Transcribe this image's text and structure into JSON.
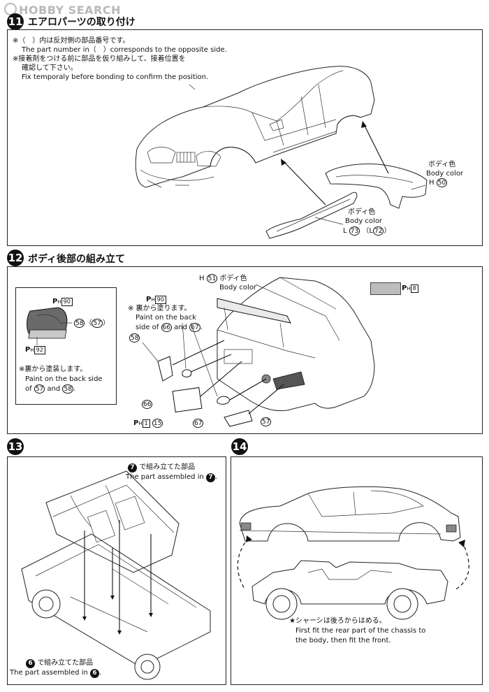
{
  "watermark": "HOBBY SEARCH",
  "step11": {
    "number": "11",
    "title": "エアロパーツの取り付け",
    "note1_jp": "※（　）内は反対側の部品番号です。",
    "note1_en": "The part number in（　）corresponds to the opposite side.",
    "note2_jp1": "※接着剤をつける前に部品を仮り組みして、接着位置を",
    "note2_jp2": "確認して下さい。",
    "note2_en": "Fix temporaly before bonding to confirm the position.",
    "spoiler_label_jp": "ボディ色",
    "spoiler_label_en": "Body color",
    "spoiler_part_prefix": "H",
    "spoiler_part": "50",
    "skirt_label_jp": "ボディ色",
    "skirt_label_en": "Body color",
    "skirt_part_prefix": "L",
    "skirt_part": "73",
    "skirt_part_alt_prefix": "L",
    "skirt_part_alt": "72"
  },
  "step12": {
    "number": "12",
    "title": "ボディ後部の組み立て",
    "wing_prefix": "H",
    "wing_part": "51",
    "wing_label_jp": "ボディ色",
    "wing_label_en": "Body color",
    "swatch_code": "8",
    "inset_code_top": "90",
    "inset_part": "58",
    "inset_part_alt": "57",
    "inset_code_bottom": "92",
    "inset_note_jp": "※裏から塗装します。",
    "inset_note_en1": "Paint on the back side",
    "inset_note_en2_pre": "of",
    "inset_note_en2_a": "57",
    "inset_note_en2_mid": "and",
    "inset_note_en2_b": "58",
    "center_code": "90",
    "center_note_jp": "※ 裏から塗ります。",
    "center_note_en1": "Paint on the back",
    "center_note_en2_pre": "side of",
    "center_note_en2_a": "66",
    "center_note_en2_mid": "and",
    "center_note_en2_b": "67",
    "p58": "58",
    "p66": "66",
    "p15_code": "1",
    "p15": "15",
    "p67": "67",
    "p57": "57"
  },
  "step13": {
    "number": "13",
    "top_ref": "7",
    "top_jp": "で組み立てた部品",
    "top_en": "The part assembled in",
    "bottom_ref": "6",
    "bottom_jp": "で組み立てた部品",
    "bottom_en": "The part assembled in"
  },
  "step14": {
    "number": "14",
    "note_jp": "★シャーシは後ろからはめる。",
    "note_en1": "First fit the rear part of the chassis to",
    "note_en2": "the body, then fit the front."
  }
}
